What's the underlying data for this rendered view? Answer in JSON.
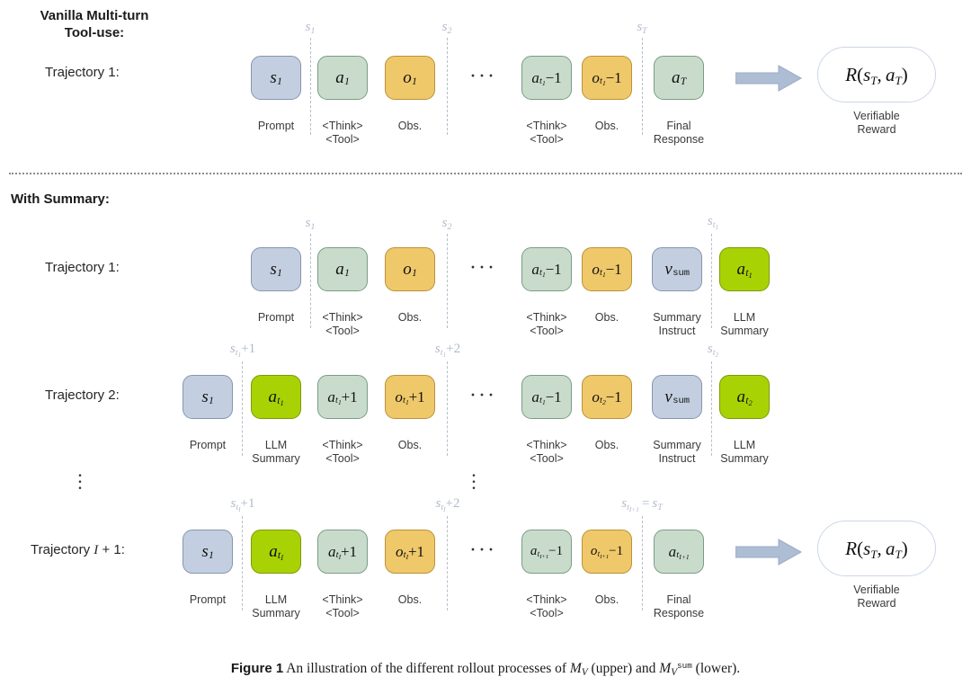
{
  "figure": {
    "caption_label": "Figure 1",
    "caption_text": "An illustration of the different rollout processes of",
    "caption_sym1": "M",
    "caption_sym1_sub": "V",
    "caption_mid": "(upper) and",
    "caption_sym2": "M",
    "caption_sym2_sub": "V",
    "caption_sym2_sup": "sum",
    "caption_end": "(lower)."
  },
  "sections": [
    {
      "id": "vanilla",
      "title": "Vanilla Multi-turn\nTool-use:",
      "rows": [
        {
          "id": "vanilla-traj-1",
          "label": "Trajectory 1:",
          "boxes": [
            {
              "kind": "state",
              "main": "s",
              "sub": "1",
              "caption": "Prompt"
            },
            {
              "kind": "action",
              "main": "a",
              "sub": "1",
              "caption": "<Think>\n<Tool>"
            },
            {
              "kind": "obs",
              "main": "o",
              "sub": "1",
              "caption": "Obs."
            },
            {
              "kind": "action",
              "main": "a",
              "sub": "t",
              "sub2": "1",
              "suffix": "−1",
              "caption": "<Think>\n<Tool>"
            },
            {
              "kind": "obs",
              "main": "o",
              "sub": "t",
              "sub2": "1",
              "suffix": "−1",
              "caption": "Obs."
            },
            {
              "kind": "action",
              "main": "a",
              "sub": "T",
              "caption": "Final\nResponse"
            }
          ],
          "separators": [
            {
              "main": "s",
              "sub": "1"
            },
            {
              "main": "s",
              "sub": "2"
            },
            {
              "main": "s",
              "sub": "T"
            }
          ],
          "ellipsis": "···",
          "reward": {
            "text": "R(s",
            "sub1": "T",
            "mid": ", a",
            "sub2": "T",
            "end": ")",
            "caption": "Verifiable\nReward"
          }
        }
      ]
    },
    {
      "id": "with-summary",
      "title": "With Summary:",
      "rows": [
        {
          "id": "summary-traj-1",
          "label": "Trajectory 1:",
          "boxes": [
            {
              "kind": "state",
              "main": "s",
              "sub": "1",
              "caption": "Prompt"
            },
            {
              "kind": "action",
              "main": "a",
              "sub": "1",
              "caption": "<Think>\n<Tool>"
            },
            {
              "kind": "obs",
              "main": "o",
              "sub": "1",
              "caption": "Obs."
            },
            {
              "kind": "action",
              "main": "a",
              "sub": "t",
              "sub2": "1",
              "suffix": "−1",
              "caption": "<Think>\n<Tool>"
            },
            {
              "kind": "obs",
              "main": "o",
              "sub": "t",
              "sub2": "1",
              "suffix": "−1",
              "caption": "Obs."
            },
            {
              "kind": "state",
              "main": "v",
              "romansub": "sum",
              "caption": "Summary\nInstruct"
            },
            {
              "kind": "summary",
              "main": "a",
              "sub": "t",
              "sub2": "1",
              "caption": "LLM\nSummary"
            }
          ],
          "separators": [
            {
              "main": "s",
              "sub": "1"
            },
            {
              "main": "s",
              "sub": "2"
            },
            {
              "main": "s",
              "sub": "t",
              "sub2": "1"
            }
          ],
          "ellipsis": "···"
        },
        {
          "id": "summary-traj-2",
          "label": "Trajectory 2:",
          "boxes": [
            {
              "kind": "state",
              "main": "s",
              "sub": "1",
              "caption": "Prompt"
            },
            {
              "kind": "summary",
              "main": "a",
              "sub": "t",
              "sub2": "1",
              "caption": "LLM\nSummary"
            },
            {
              "kind": "action",
              "main": "a",
              "sub": "t",
              "sub2": "1",
              "suffix": "+1",
              "caption": "<Think>\n<Tool>"
            },
            {
              "kind": "obs",
              "main": "o",
              "sub": "t",
              "sub2": "1",
              "suffix": "+1",
              "caption": "Obs."
            },
            {
              "kind": "action",
              "main": "a",
              "sub": "t",
              "sub2": "1",
              "suffix": "−1",
              "caption": "<Think>\n<Tool>"
            },
            {
              "kind": "obs",
              "main": "o",
              "sub": "t",
              "sub2": "2",
              "suffix": "−1",
              "caption": "Obs."
            },
            {
              "kind": "state",
              "main": "v",
              "romansub": "sum",
              "caption": "Summary\nInstruct"
            },
            {
              "kind": "summary",
              "main": "a",
              "sub": "t",
              "sub2": "2",
              "caption": "LLM\nSummary"
            }
          ],
          "separators": [
            {
              "main": "s",
              "sub": "t",
              "sub2": "1",
              "suffix": "+1"
            },
            {
              "main": "s",
              "sub": "t",
              "sub2": "1",
              "suffix": "+2"
            },
            {
              "main": "s",
              "sub": "t",
              "sub2": "2"
            }
          ],
          "ellipsis": "···"
        },
        {
          "id": "summary-traj-last",
          "label": "Trajectory I + 1:",
          "boxes": [
            {
              "kind": "state",
              "main": "s",
              "sub": "1",
              "caption": "Prompt"
            },
            {
              "kind": "summary",
              "main": "a",
              "sub": "t",
              "sub2": "I",
              "caption": "LLM\nSummary"
            },
            {
              "kind": "action",
              "main": "a",
              "sub": "t",
              "sub2": "I",
              "suffix": "+1",
              "caption": "<Think>\n<Tool>"
            },
            {
              "kind": "obs",
              "main": "o",
              "sub": "t",
              "sub2": "I",
              "suffix": "+1",
              "caption": "Obs."
            },
            {
              "kind": "action",
              "main": "a",
              "sub": "t",
              "sub2": "I+1",
              "suffix": "−1",
              "caption": "<Think>\n<Tool>"
            },
            {
              "kind": "obs",
              "main": "o",
              "sub": "t",
              "sub2": "I+1",
              "suffix": "−1",
              "caption": "Obs."
            },
            {
              "kind": "action",
              "main": "a",
              "sub": "t",
              "sub2": "I+1",
              "caption": "Final\nResponse"
            }
          ],
          "separators": [
            {
              "main": "s",
              "sub": "t",
              "sub2": "I",
              "suffix": "+1"
            },
            {
              "main": "s",
              "sub": "t",
              "sub2": "I",
              "suffix": "+2"
            },
            {
              "main": "s",
              "sub": "t",
              "sub2": "I+1",
              "suffix": " = s",
              "suffix_sub": "T"
            }
          ],
          "ellipsis": "···",
          "reward": {
            "text": "R(s",
            "sub1": "T",
            "mid": ", a",
            "sub2": "T",
            "end": ")",
            "caption": "Verifiable\nReward"
          }
        }
      ]
    }
  ],
  "vertical_ellipsis_marker": "⋮",
  "colors": {
    "state": "#c3cfe0",
    "action": "#c9dccb",
    "observation": "#efc86a",
    "summary": "#a9d204",
    "separator": "#b7bdcb",
    "arrow": "#adbdd4",
    "pill_border": "#ccd6e8"
  }
}
